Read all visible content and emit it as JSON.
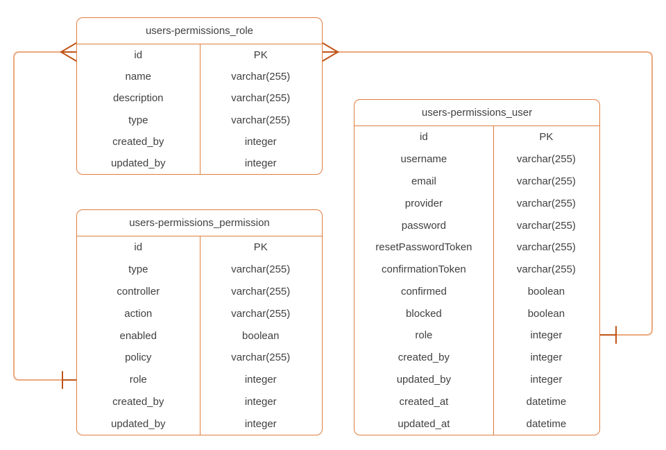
{
  "diagram": {
    "kind": "entity-relationship-diagram",
    "colors": {
      "table_border": "#E07D3C",
      "connector_line": "#ECA77C",
      "connector_marker": "#BF5417",
      "text": "#3F3F3F",
      "background": "#FFFFFF"
    },
    "tables": [
      {
        "id": "role",
        "title": "users-permissions_role",
        "fields": [
          {
            "name": "id",
            "type": "PK"
          },
          {
            "name": "name",
            "type": "varchar(255)"
          },
          {
            "name": "description",
            "type": "varchar(255)"
          },
          {
            "name": "type",
            "type": "varchar(255)"
          },
          {
            "name": "created_by",
            "type": "integer"
          },
          {
            "name": "updated_by",
            "type": "integer"
          }
        ]
      },
      {
        "id": "permission",
        "title": "users-permissions_permission",
        "fields": [
          {
            "name": "id",
            "type": "PK"
          },
          {
            "name": "type",
            "type": "varchar(255)"
          },
          {
            "name": "controller",
            "type": "varchar(255)"
          },
          {
            "name": "action",
            "type": "varchar(255)"
          },
          {
            "name": "enabled",
            "type": "boolean"
          },
          {
            "name": "policy",
            "type": "varchar(255)"
          },
          {
            "name": "role",
            "type": "integer"
          },
          {
            "name": "created_by",
            "type": "integer"
          },
          {
            "name": "updated_by",
            "type": "integer"
          }
        ]
      },
      {
        "id": "user",
        "title": "users-permissions_user",
        "fields": [
          {
            "name": "id",
            "type": "PK"
          },
          {
            "name": "username",
            "type": "varchar(255)"
          },
          {
            "name": "email",
            "type": "varchar(255)"
          },
          {
            "name": "provider",
            "type": "varchar(255)"
          },
          {
            "name": "password",
            "type": "varchar(255)"
          },
          {
            "name": "resetPasswordToken",
            "type": "varchar(255)"
          },
          {
            "name": "confirmationToken",
            "type": "varchar(255)"
          },
          {
            "name": "confirmed",
            "type": "boolean"
          },
          {
            "name": "blocked",
            "type": "boolean"
          },
          {
            "name": "role",
            "type": "integer"
          },
          {
            "name": "created_by",
            "type": "integer"
          },
          {
            "name": "updated_by",
            "type": "integer"
          },
          {
            "name": "created_at",
            "type": "datetime"
          },
          {
            "name": "updated_at",
            "type": "datetime"
          }
        ]
      }
    ],
    "relationships": [
      {
        "from_table": "users-permissions_role",
        "from_field": "id",
        "from_cardinality": "many",
        "to_table": "users-permissions_permission",
        "to_field": "role",
        "to_cardinality": "one"
      },
      {
        "from_table": "users-permissions_role",
        "from_field": "id",
        "from_cardinality": "many",
        "to_table": "users-permissions_user",
        "to_field": "role",
        "to_cardinality": "one"
      }
    ]
  }
}
